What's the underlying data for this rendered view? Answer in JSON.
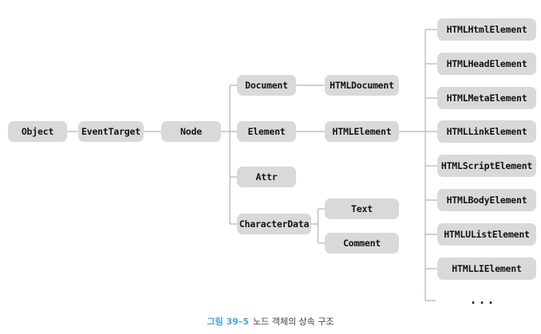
{
  "diagram": {
    "nodes": {
      "object": "Object",
      "event_target": "EventTarget",
      "node": "Node",
      "document": "Document",
      "html_document": "HTMLDocument",
      "element": "Element",
      "html_element": "HTMLElement",
      "attr": "Attr",
      "character_data": "CharacterData",
      "text": "Text",
      "comment": "Comment",
      "html_elements": [
        "HTMLHtmlElement",
        "HTMLHeadElement",
        "HTMLMetaElement",
        "HTMLLinkElement",
        "HTMLScriptElement",
        "HTMLBodyElement",
        "HTMLUListElement",
        "HTMLLIElement"
      ],
      "ellipsis": "..."
    },
    "colors": {
      "box_fill": "#d9d9d9",
      "box_text": "#141414",
      "connector": "#bac3ca",
      "caption_accent": "#4fa3dc",
      "caption_text": "#3d3d3d"
    }
  },
  "caption": {
    "figure_label": "그림 39–5",
    "text": "노드 객체의 상속 구조"
  }
}
